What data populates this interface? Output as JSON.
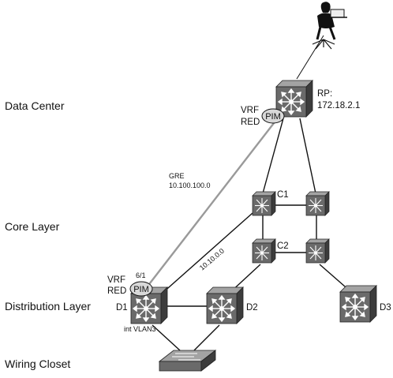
{
  "layers": {
    "data_center": "Data Center",
    "core": "Core Layer",
    "distribution": "Distribution Layer",
    "wiring": "Wiring Closet"
  },
  "rp": {
    "line1": "RP:",
    "line2": "172.18.2.1"
  },
  "vrf_top": {
    "line1": "VRF",
    "line2": "RED",
    "pim": "PIM"
  },
  "vrf_bottom": {
    "line1": "VRF",
    "line2": "RED",
    "pim": "PIM",
    "port": "6/1"
  },
  "gre": {
    "line1": "GRE",
    "line2": "10.100.100.0"
  },
  "subnet": "10.10.0.0",
  "nodes": {
    "c1": "C1",
    "c2": "C2",
    "d1": "D1",
    "d2": "D2",
    "d3": "D3"
  },
  "int_label": "int VLAN3",
  "colors": {
    "switch_front": "#6e6e6e",
    "switch_top": "#9a9a9a",
    "switch_side": "#3e3e3e",
    "pim_fill": "#d8d8d8",
    "gre_line": "#9a9a9a"
  }
}
